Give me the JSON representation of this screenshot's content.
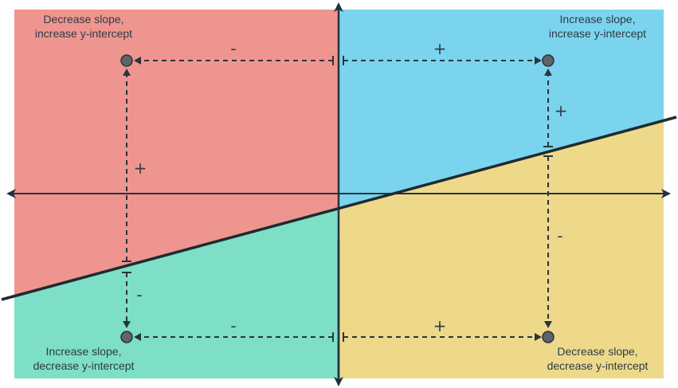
{
  "regions": {
    "top_left": {
      "color": "#ef958f",
      "label_line1": "Decrease slope,",
      "label_line2": "increase y-intercept"
    },
    "top_right": {
      "color": "#7ad4ee",
      "label_line1": "Increase slope,",
      "label_line2": "increase y-intercept"
    },
    "bottom_left": {
      "color": "#7ddfc5",
      "label_line1": "Increase slope,",
      "label_line2": "decrease y-intercept"
    },
    "bottom_right": {
      "color": "#eed98b",
      "label_line1": "Decrease slope,",
      "label_line2": "decrease y-intercept"
    }
  },
  "signs": {
    "top_left_horizontal": "-",
    "top_right_horizontal": "+",
    "left_vertical_up": "+",
    "left_vertical_down": "-",
    "right_vertical_up": "+",
    "right_vertical_down": "-",
    "bottom_left_horizontal": "-",
    "bottom_right_horizontal": "+"
  },
  "colors": {
    "axis": "#243240",
    "line": "#1f2a30",
    "dashed": "#2a3440",
    "point": "#5f6468"
  }
}
